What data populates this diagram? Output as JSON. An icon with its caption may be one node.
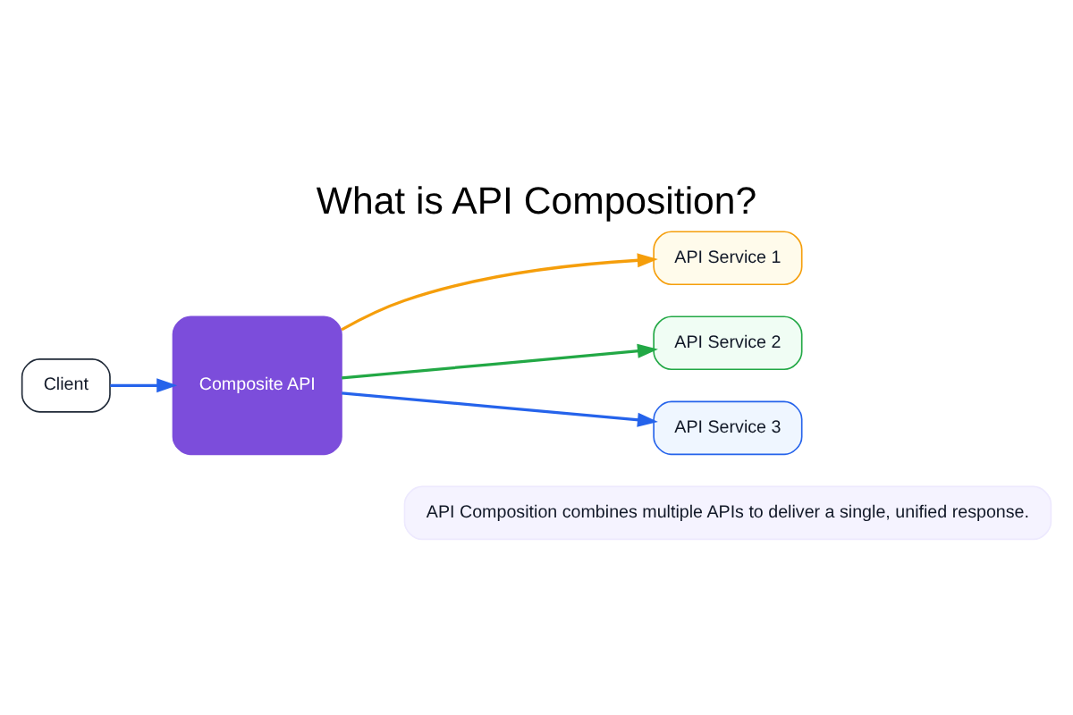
{
  "diagram": {
    "title": "What is API Composition?",
    "nodes": [
      {
        "text": [
          "Client"
        ]
      },
      {
        "text": [
          "Composite API"
        ]
      },
      {
        "text": [
          "API Service 1"
        ]
      },
      {
        "text": [
          "API Service 2"
        ]
      },
      {
        "text": [
          "API Service 3"
        ]
      },
      {
        "text": [
          "API Composition combines multiple APIs to deliver a single, unified response."
        ]
      }
    ],
    "edges": [
      {
        "from": 0,
        "to": 1,
        "arrow": "to"
      },
      {
        "from": 1,
        "to": 2,
        "arrow": "to",
        "color": "#f59e0b"
      },
      {
        "from": 1,
        "to": 3,
        "arrow": "to",
        "color": "#22a845"
      },
      {
        "from": 1,
        "to": 4,
        "arrow": "to"
      }
    ]
  }
}
